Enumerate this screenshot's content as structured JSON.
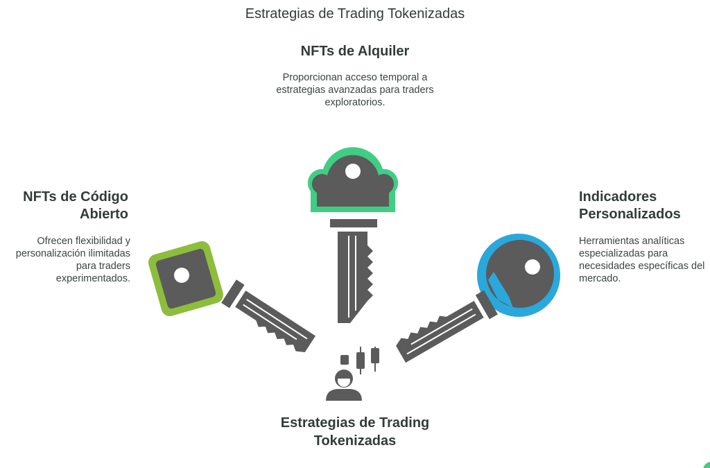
{
  "title": "Estrategias de Trading Tokenizadas",
  "branches": [
    {
      "id": "alquiler",
      "heading": "NFTs de Alquiler",
      "description": "Proporcionan acceso temporal a estrategias avanzadas para traders exploratorios.",
      "color": "#3fce84"
    },
    {
      "id": "codigo-abierto",
      "heading": "NFTs de Código Abierto",
      "description": "Ofrecen flexibilidad y personalización ilimitadas para traders experimentados.",
      "color": "#8dbd3c"
    },
    {
      "id": "indicadores",
      "heading": "Indicadores Personalizados",
      "description": "Herramientas analíticas especializadas para necesidades específicas del mercado.",
      "color": "#2aa8dc"
    }
  ],
  "center": {
    "label": "Estrategias de Trading Tokenizadas",
    "icon": "trader-chart-icon"
  },
  "colors": {
    "key_body": "#5b5b5b",
    "text": "#333b3a"
  }
}
